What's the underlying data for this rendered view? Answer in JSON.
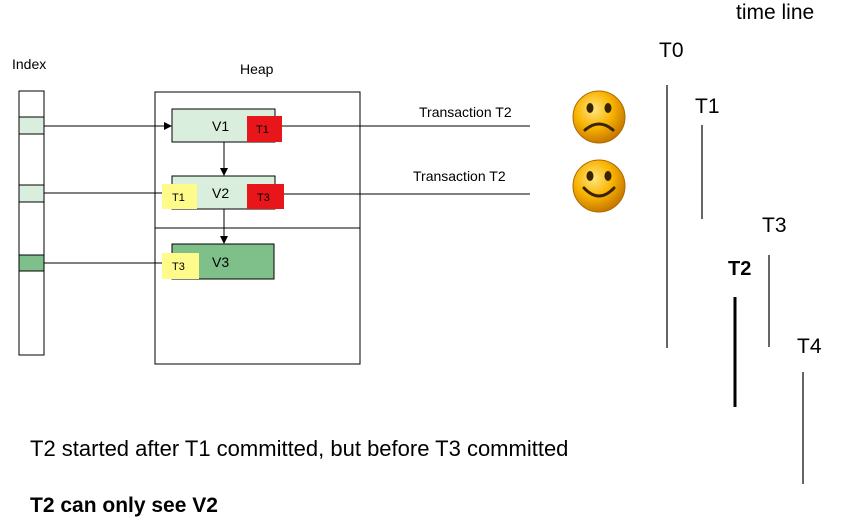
{
  "labels": {
    "index": "Index",
    "heap": "Heap",
    "time_line": "time line",
    "transaction_top": "Transaction T2",
    "transaction_bottom": "Transaction T2",
    "caption": "T2 started after T1 committed, but before T3 committed",
    "conclusion": "T2 can only see V2"
  },
  "versions": {
    "v1": {
      "name": "V1",
      "xmax": "T1"
    },
    "v2": {
      "name": "V2",
      "xmin": "T1",
      "xmax": "T3"
    },
    "v3": {
      "name": "V3",
      "xmin": "T3"
    }
  },
  "timeline": {
    "t0": "T0",
    "t1": "T1",
    "t3": "T3",
    "t2": "T2",
    "t4": "T4"
  },
  "faces": {
    "top": "sad-face",
    "bottom": "happy-face"
  },
  "colors": {
    "index_cell_light": "#d9eedd",
    "index_cell_dark": "#7fc08a",
    "version_light": "#d9eedd",
    "version_dark": "#7fc08a",
    "tag_red": "#e8161b",
    "tag_yellow": "#fffb8a",
    "face_fill": "#f9a800"
  }
}
